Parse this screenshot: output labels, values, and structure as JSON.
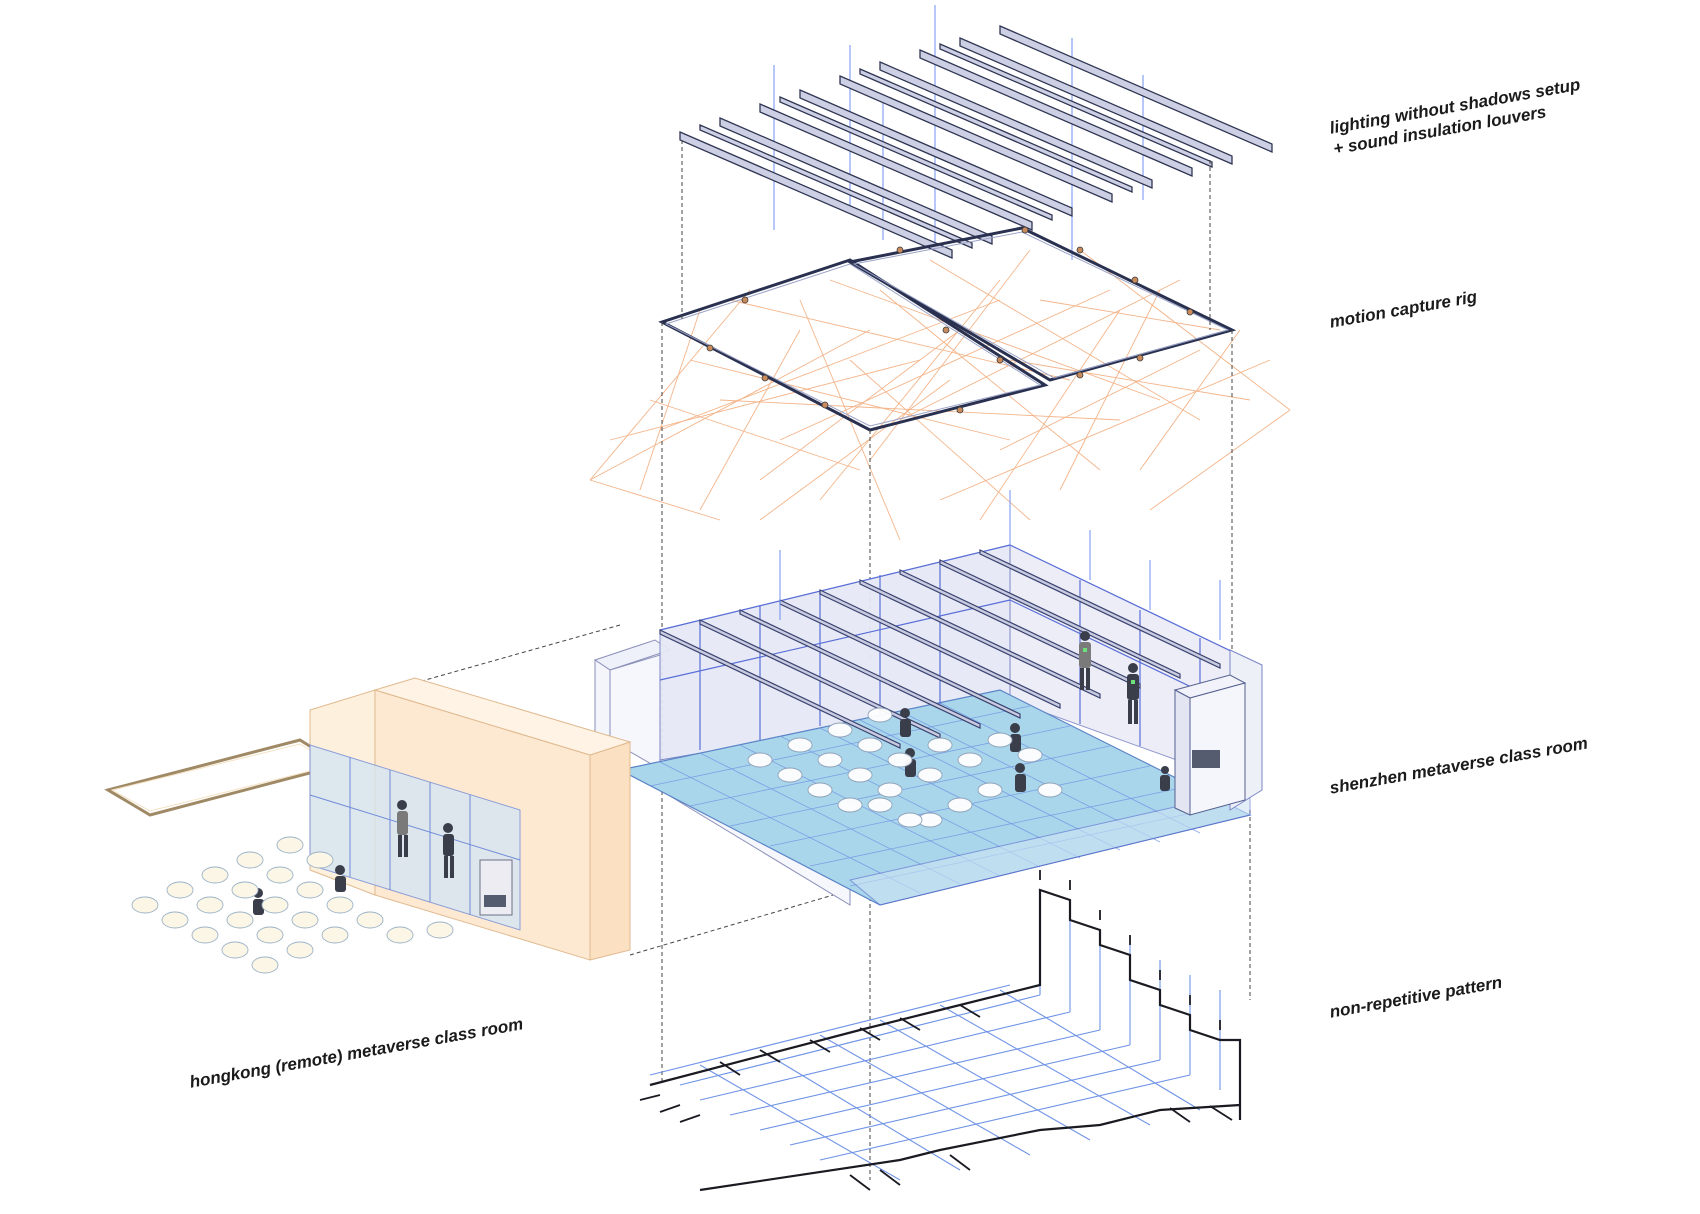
{
  "labels": {
    "lighting_line1": "lighting without shadows setup",
    "lighting_line2": "+ sound insulation louvers",
    "motion_capture": "motion capture rig",
    "shenzhen": "shenzhen metaverse class room",
    "pattern": "non-repetitive pattern",
    "hongkong": "hongkong (remote) metaverse class room"
  },
  "colors": {
    "floor_blue": "#a9d6ea",
    "grid_blue": "#6f93e6",
    "rig_orange": "#f0a070",
    "hk_panel": "#fde6c8",
    "louver": "#c9cce0",
    "frame": "#2a3150"
  }
}
